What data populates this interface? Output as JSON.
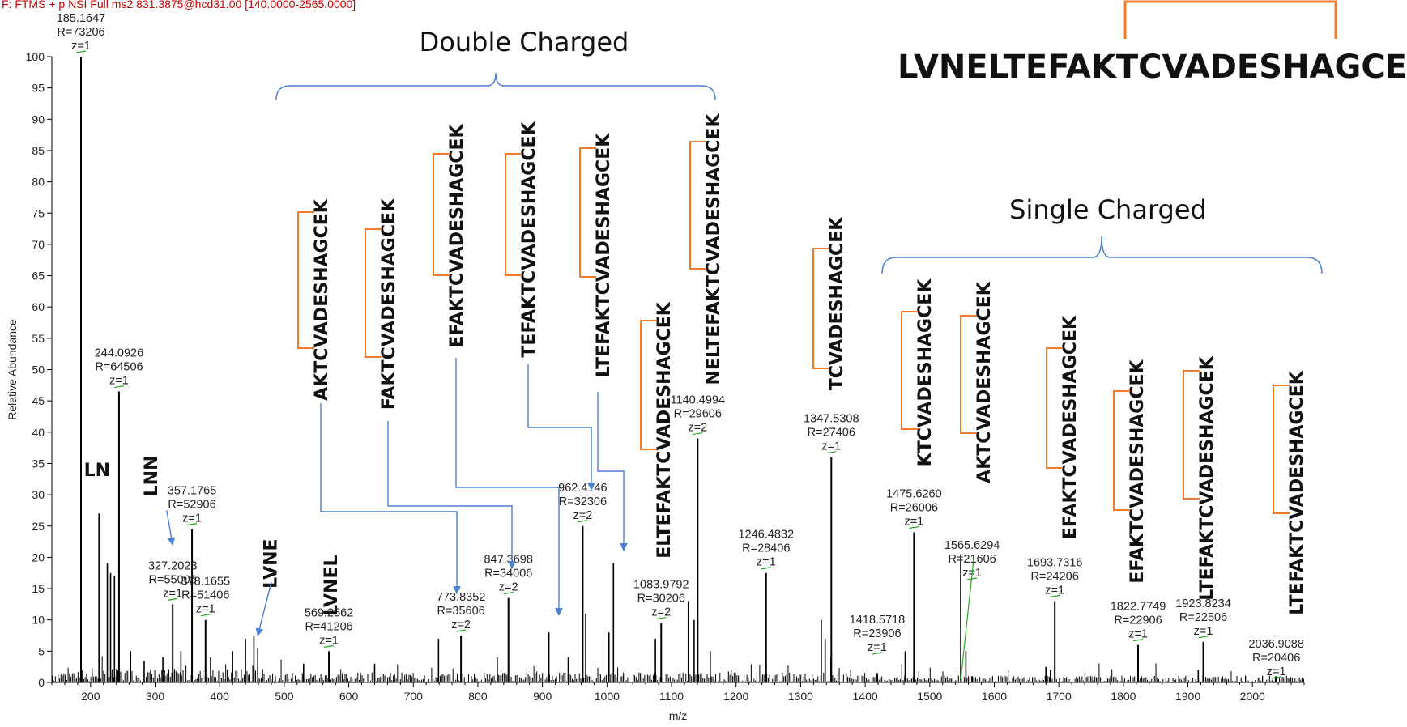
{
  "header": {
    "scan_info": "F: FTMS + p NSI Full ms2 831.3875@hcd31.00 [140.0000-2565.0000]"
  },
  "sequence_title": "LVNELTEFAKTCVADESHAGCEK",
  "group_labels": {
    "double": "Double Charged",
    "single": "Single Charged"
  },
  "colors": {
    "spectrum": "#000000",
    "arrow": "#4a7fd4",
    "bracket": "#ef7b2b",
    "header": "#cc0000",
    "tick_marker": "#22aa22"
  },
  "chart_data": {
    "type": "bar",
    "xlabel": "m/z",
    "ylabel": "Relative Abundance",
    "xlim": [
      140,
      2080
    ],
    "ylim": [
      0,
      100
    ],
    "x_ticks": [
      200,
      300,
      400,
      500,
      600,
      700,
      800,
      900,
      1000,
      1100,
      1200,
      1300,
      1400,
      1500,
      1600,
      1700,
      1800,
      1900,
      2000
    ],
    "y_ticks": [
      0,
      5,
      10,
      15,
      20,
      25,
      30,
      35,
      40,
      45,
      50,
      55,
      60,
      65,
      70,
      75,
      80,
      85,
      90,
      95,
      100
    ],
    "labeled_peaks": [
      {
        "mz": 185.1647,
        "intensity": 100,
        "lines": [
          "185.1647",
          "R=73206",
          "z=1"
        ]
      },
      {
        "mz": 244.0926,
        "intensity": 46.5,
        "lines": [
          "244.0926",
          "R=64506",
          "z=1"
        ]
      },
      {
        "mz": 327.2023,
        "intensity": 12.5,
        "lines": [
          "327.2023",
          "R=55006",
          "z=1"
        ]
      },
      {
        "mz": 357.1765,
        "intensity": 24.5,
        "lines": [
          "357.1765",
          "R=52906",
          "z=1"
        ]
      },
      {
        "mz": 378.1655,
        "intensity": 10,
        "lines": [
          "378.1655",
          "R=51406",
          "z=1"
        ]
      },
      {
        "mz": 569.2562,
        "intensity": 5,
        "lines": [
          "569.2562",
          "R=41206",
          "z=1"
        ]
      },
      {
        "mz": 773.8352,
        "intensity": 7.5,
        "lines": [
          "773.8352",
          "R=35606",
          "z=2"
        ]
      },
      {
        "mz": 847.3698,
        "intensity": 13.5,
        "lines": [
          "847.3698",
          "R=34006",
          "z=2"
        ]
      },
      {
        "mz": 962.4146,
        "intensity": 25,
        "lines": [
          "962.4146",
          "R=32306",
          "z=2"
        ]
      },
      {
        "mz": 1083.9792,
        "intensity": 9.5,
        "lines": [
          "1083.9792",
          "R=30206",
          "z=2"
        ]
      },
      {
        "mz": 1140.4994,
        "intensity": 39,
        "lines": [
          "1140.4994",
          "R=29606",
          "z=2"
        ]
      },
      {
        "mz": 1246.4832,
        "intensity": 17.5,
        "lines": [
          "1246.4832",
          "R=28406",
          "z=1"
        ]
      },
      {
        "mz": 1347.5308,
        "intensity": 36,
        "lines": [
          "1347.5308",
          "R=27406",
          "z=1"
        ]
      },
      {
        "mz": 1418.5718,
        "intensity": 1.5,
        "lines": [
          "1418.5718",
          "R=23906",
          "z=1"
        ]
      },
      {
        "mz": 1475.626,
        "intensity": 24,
        "lines": [
          "1475.6260",
          "R=26006",
          "z=1"
        ]
      },
      {
        "mz": 1565.6294,
        "intensity": 1,
        "lines": [
          "1565.6294",
          "R=21606",
          "z=1"
        ]
      },
      {
        "mz": 1693.7316,
        "intensity": 13,
        "lines": [
          "1693.7316",
          "R=24206",
          "z=1"
        ]
      },
      {
        "mz": 1822.7749,
        "intensity": 6,
        "lines": [
          "1822.7749",
          "R=22906",
          "z=1"
        ]
      },
      {
        "mz": 1923.8234,
        "intensity": 6.5,
        "lines": [
          "1923.8234",
          "R=22506",
          "z=1"
        ]
      },
      {
        "mz": 2036.9088,
        "intensity": 1,
        "lines": [
          "2036.9088",
          "R=20406",
          "z=1"
        ]
      }
    ],
    "unlabeled_peaks": [
      {
        "mz": 213,
        "intensity": 27
      },
      {
        "mz": 226,
        "intensity": 19
      },
      {
        "mz": 231,
        "intensity": 17.5
      },
      {
        "mz": 237,
        "intensity": 17
      },
      {
        "mz": 262,
        "intensity": 5
      },
      {
        "mz": 283,
        "intensity": 3.5
      },
      {
        "mz": 312,
        "intensity": 4
      },
      {
        "mz": 340,
        "intensity": 5
      },
      {
        "mz": 386,
        "intensity": 4
      },
      {
        "mz": 420,
        "intensity": 5
      },
      {
        "mz": 440,
        "intensity": 7
      },
      {
        "mz": 453,
        "intensity": 7.5
      },
      {
        "mz": 459,
        "intensity": 5.5
      },
      {
        "mz": 530,
        "intensity": 3
      },
      {
        "mz": 640,
        "intensity": 3
      },
      {
        "mz": 739,
        "intensity": 7
      },
      {
        "mz": 830,
        "intensity": 4
      },
      {
        "mz": 910,
        "intensity": 8
      },
      {
        "mz": 940,
        "intensity": 4
      },
      {
        "mz": 967,
        "intensity": 11
      },
      {
        "mz": 1003,
        "intensity": 8
      },
      {
        "mz": 1010,
        "intensity": 19
      },
      {
        "mz": 1075,
        "intensity": 7
      },
      {
        "mz": 1126,
        "intensity": 13
      },
      {
        "mz": 1135,
        "intensity": 10
      },
      {
        "mz": 1160,
        "intensity": 5
      },
      {
        "mz": 1332,
        "intensity": 10
      },
      {
        "mz": 1338,
        "intensity": 7
      },
      {
        "mz": 1462,
        "intensity": 5
      },
      {
        "mz": 1548,
        "intensity": 20.5
      },
      {
        "mz": 1556,
        "intensity": 5
      },
      {
        "mz": 1680,
        "intensity": 2.5
      },
      {
        "mz": 1687,
        "intensity": 2
      },
      {
        "mz": 1916,
        "intensity": 2
      }
    ],
    "low_mass_labels": [
      {
        "text": "LN",
        "mz": 210,
        "y": 33,
        "rotate": false
      },
      {
        "text": "LNN",
        "mz": 303,
        "y": 33,
        "rotate": true
      },
      {
        "text": "LVNE",
        "mz": 488,
        "y": 19,
        "rotate": true
      },
      {
        "text": "LVNEL",
        "mz": 582,
        "y": 15.5,
        "rotate": true
      }
    ],
    "fragments": [
      {
        "label": "AKTCVADESHAGCEK",
        "mz": 848,
        "charge": 2
      },
      {
        "label": "FAKTCVADESHAGCEK",
        "mz": 930,
        "charge": 2
      },
      {
        "label": "EFAKTCVADESHAGCEK",
        "mz": 1021,
        "charge": 2
      },
      {
        "label": "TEFAKTCVADESHAGCEK",
        "mz": 1100,
        "charge": 2
      },
      {
        "label": "LTEFAKTCVADESHAGCEK",
        "mz": 1178,
        "charge": 2
      },
      {
        "label": "ELTEFAKTCVADESHAGCEK",
        "mz": 1250,
        "charge": 2
      },
      {
        "label": "NELTEFAKTCVADESHAGCEK",
        "mz": 1315,
        "charge": 2
      },
      {
        "label": "TCVADESHAGCEK",
        "mz": 1347,
        "charge": 1
      },
      {
        "label": "KTCVADESHAGCEK",
        "mz": 1475,
        "charge": 1
      },
      {
        "label": "AKTCVADESHAGCEK",
        "mz": 1546,
        "charge": 1
      },
      {
        "label": "EFAKTCVADESHAGCEK",
        "mz": 1693,
        "charge": 1
      },
      {
        "label": "EFAKTCVADESHAGCEK",
        "mz": 1822,
        "charge": 1
      },
      {
        "label": "LTEFAKTCVADESHAGCEK",
        "mz": 1923,
        "charge": 1
      },
      {
        "label": "LTEFAKTCVADESHAGCEK",
        "mz": 2036,
        "charge": 1
      }
    ]
  }
}
